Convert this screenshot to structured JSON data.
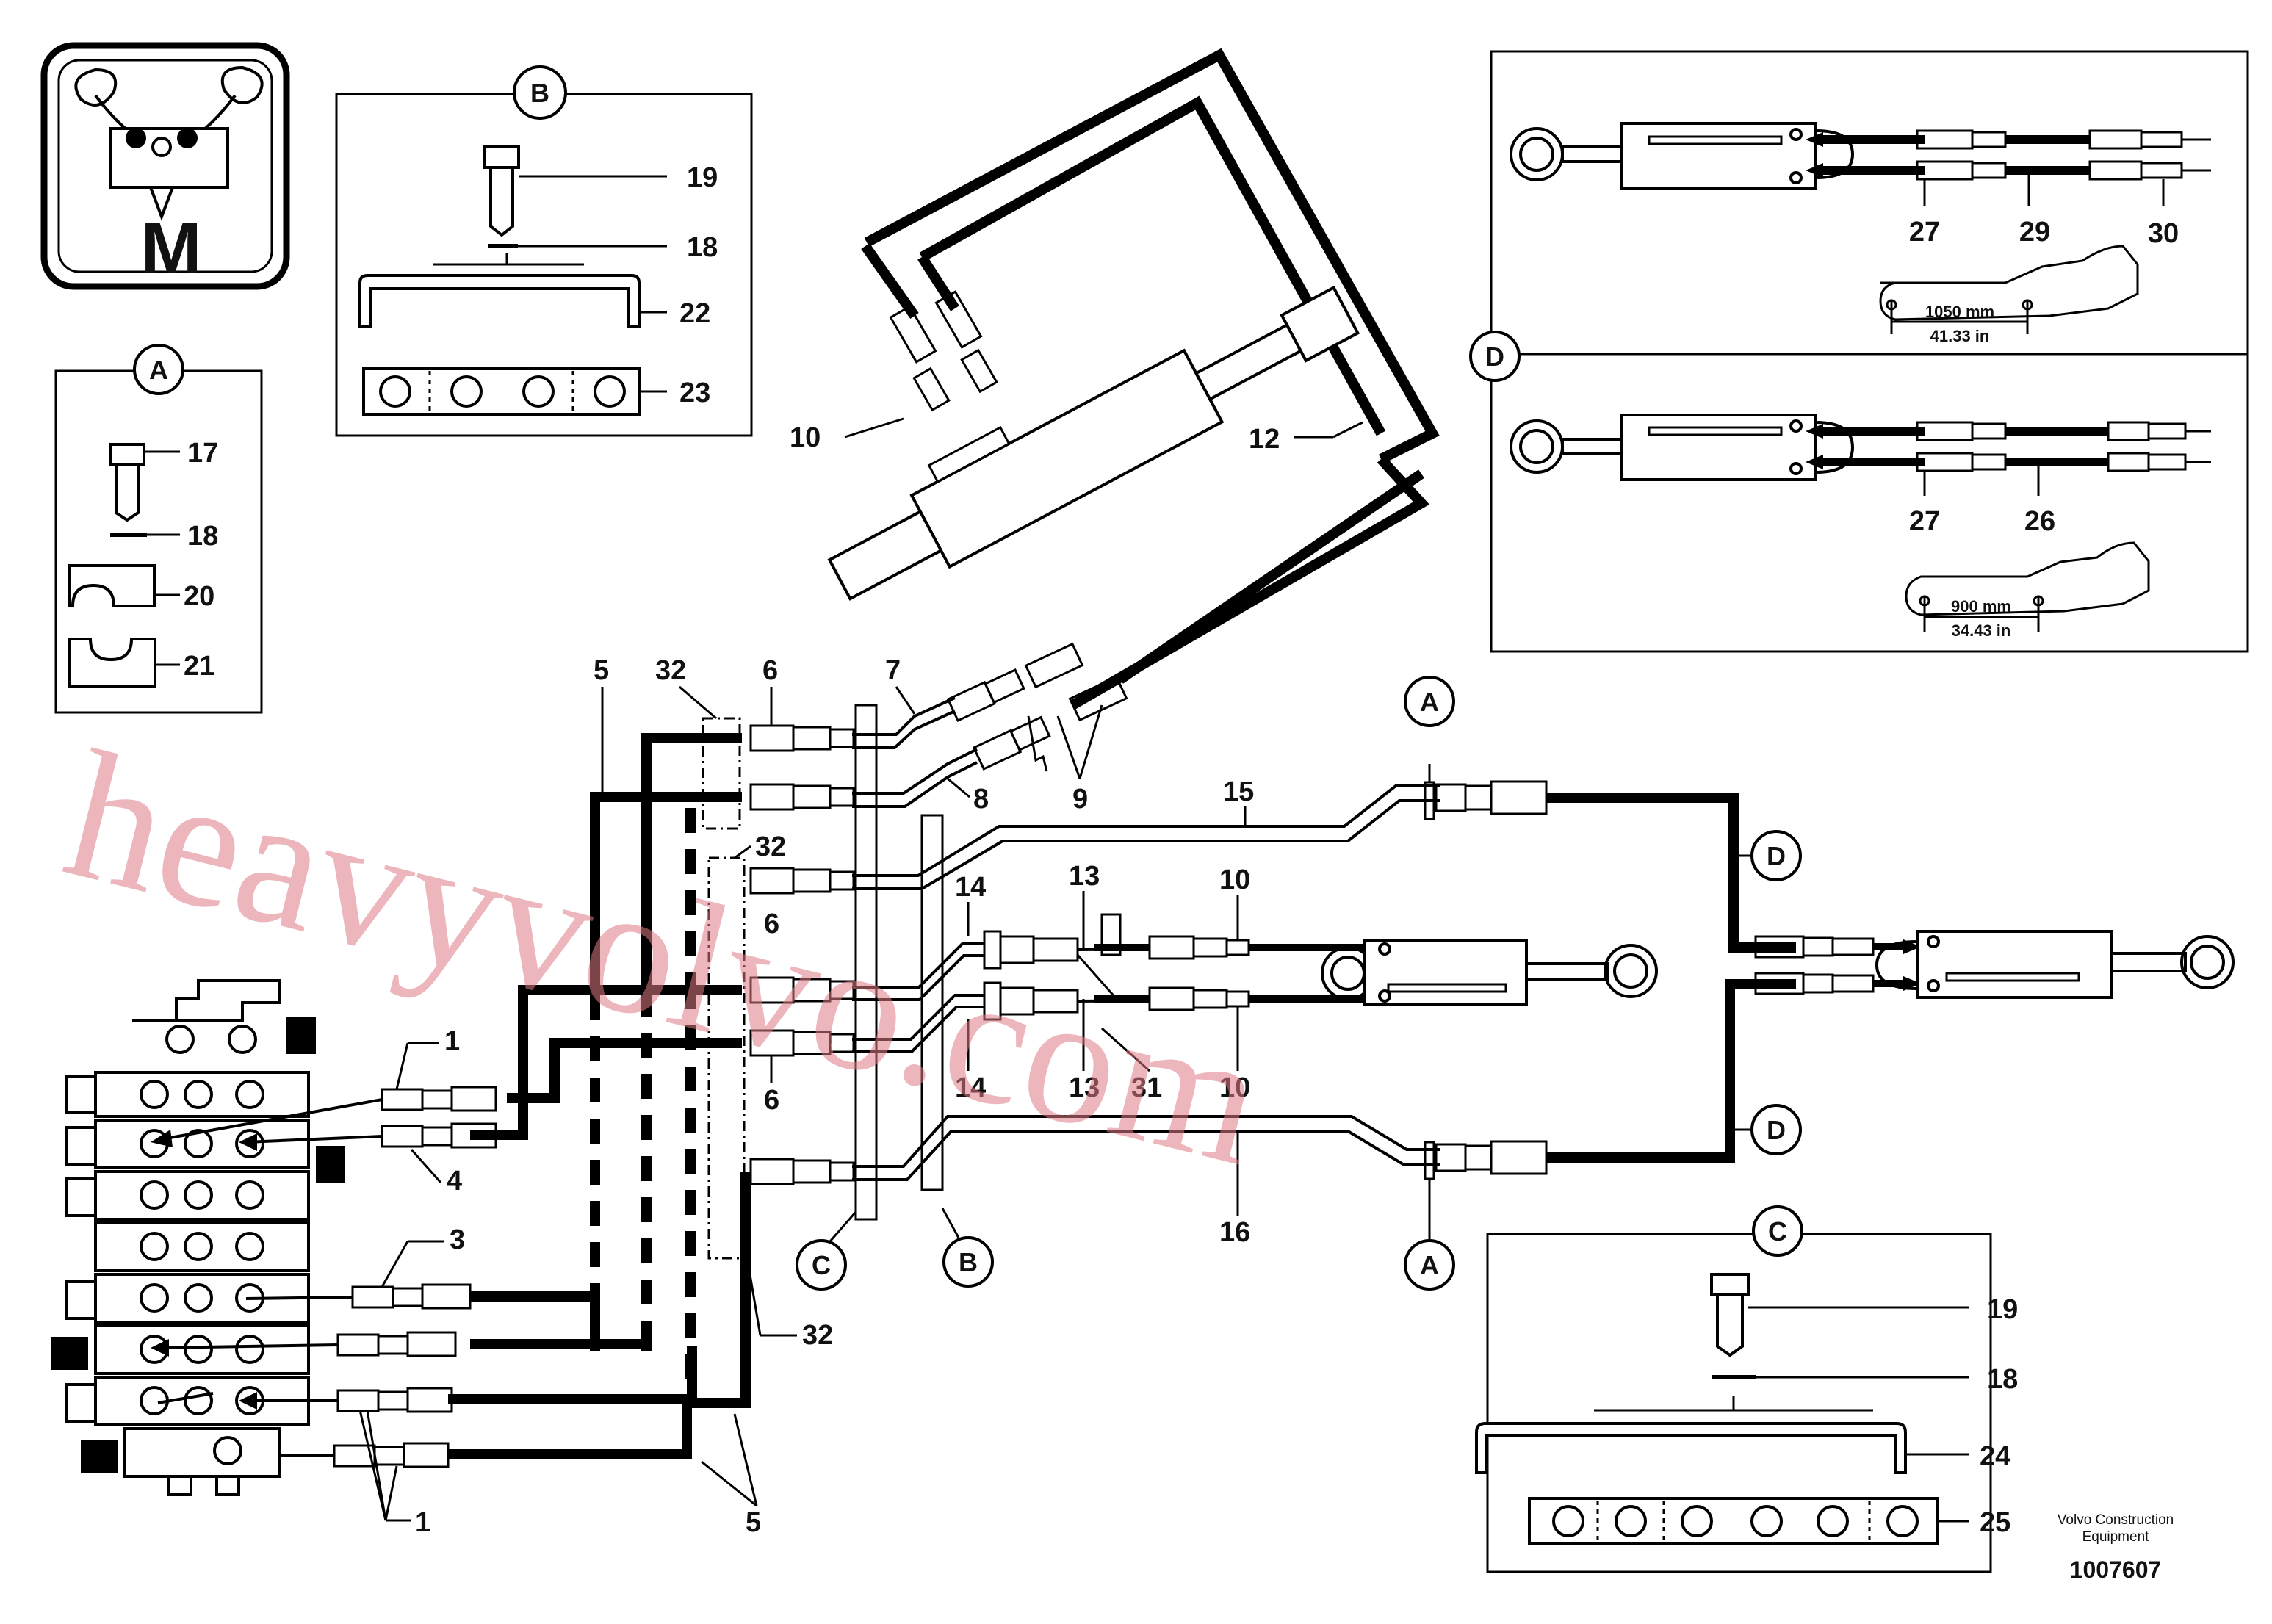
{
  "symbol": {
    "letter": "M"
  },
  "callouts": {
    "A": "A",
    "B": "B",
    "C": "C",
    "D": "D"
  },
  "labels": {
    "l1": "1",
    "l3": "3",
    "l4": "4",
    "l5": "5",
    "l6": "6",
    "l7": "7",
    "l8": "8",
    "l9": "9",
    "l10": "10",
    "l12": "12",
    "l13": "13",
    "l14": "14",
    "l15": "15",
    "l16": "16",
    "l17": "17",
    "l18": "18",
    "l19": "19",
    "l20": "20",
    "l21": "21",
    "l22": "22",
    "l23": "23",
    "l24": "24",
    "l25": "25",
    "l26": "26",
    "l27": "27",
    "l29": "29",
    "l30": "30",
    "l31": "31",
    "l32": "32"
  },
  "dimensions": {
    "d1_mm": "1050 mm",
    "d1_in": "41.33 in",
    "d2_mm": "900 mm",
    "d2_in": "34.43 in"
  },
  "footer": {
    "brand_line1": "Volvo Construction",
    "brand_line2": "Equipment",
    "part_number": "1007607"
  },
  "watermark": {
    "text": "heavyvolvo.com"
  },
  "colors": {
    "line": "#000000",
    "watermark": "#e07c86",
    "background": "#ffffff"
  }
}
